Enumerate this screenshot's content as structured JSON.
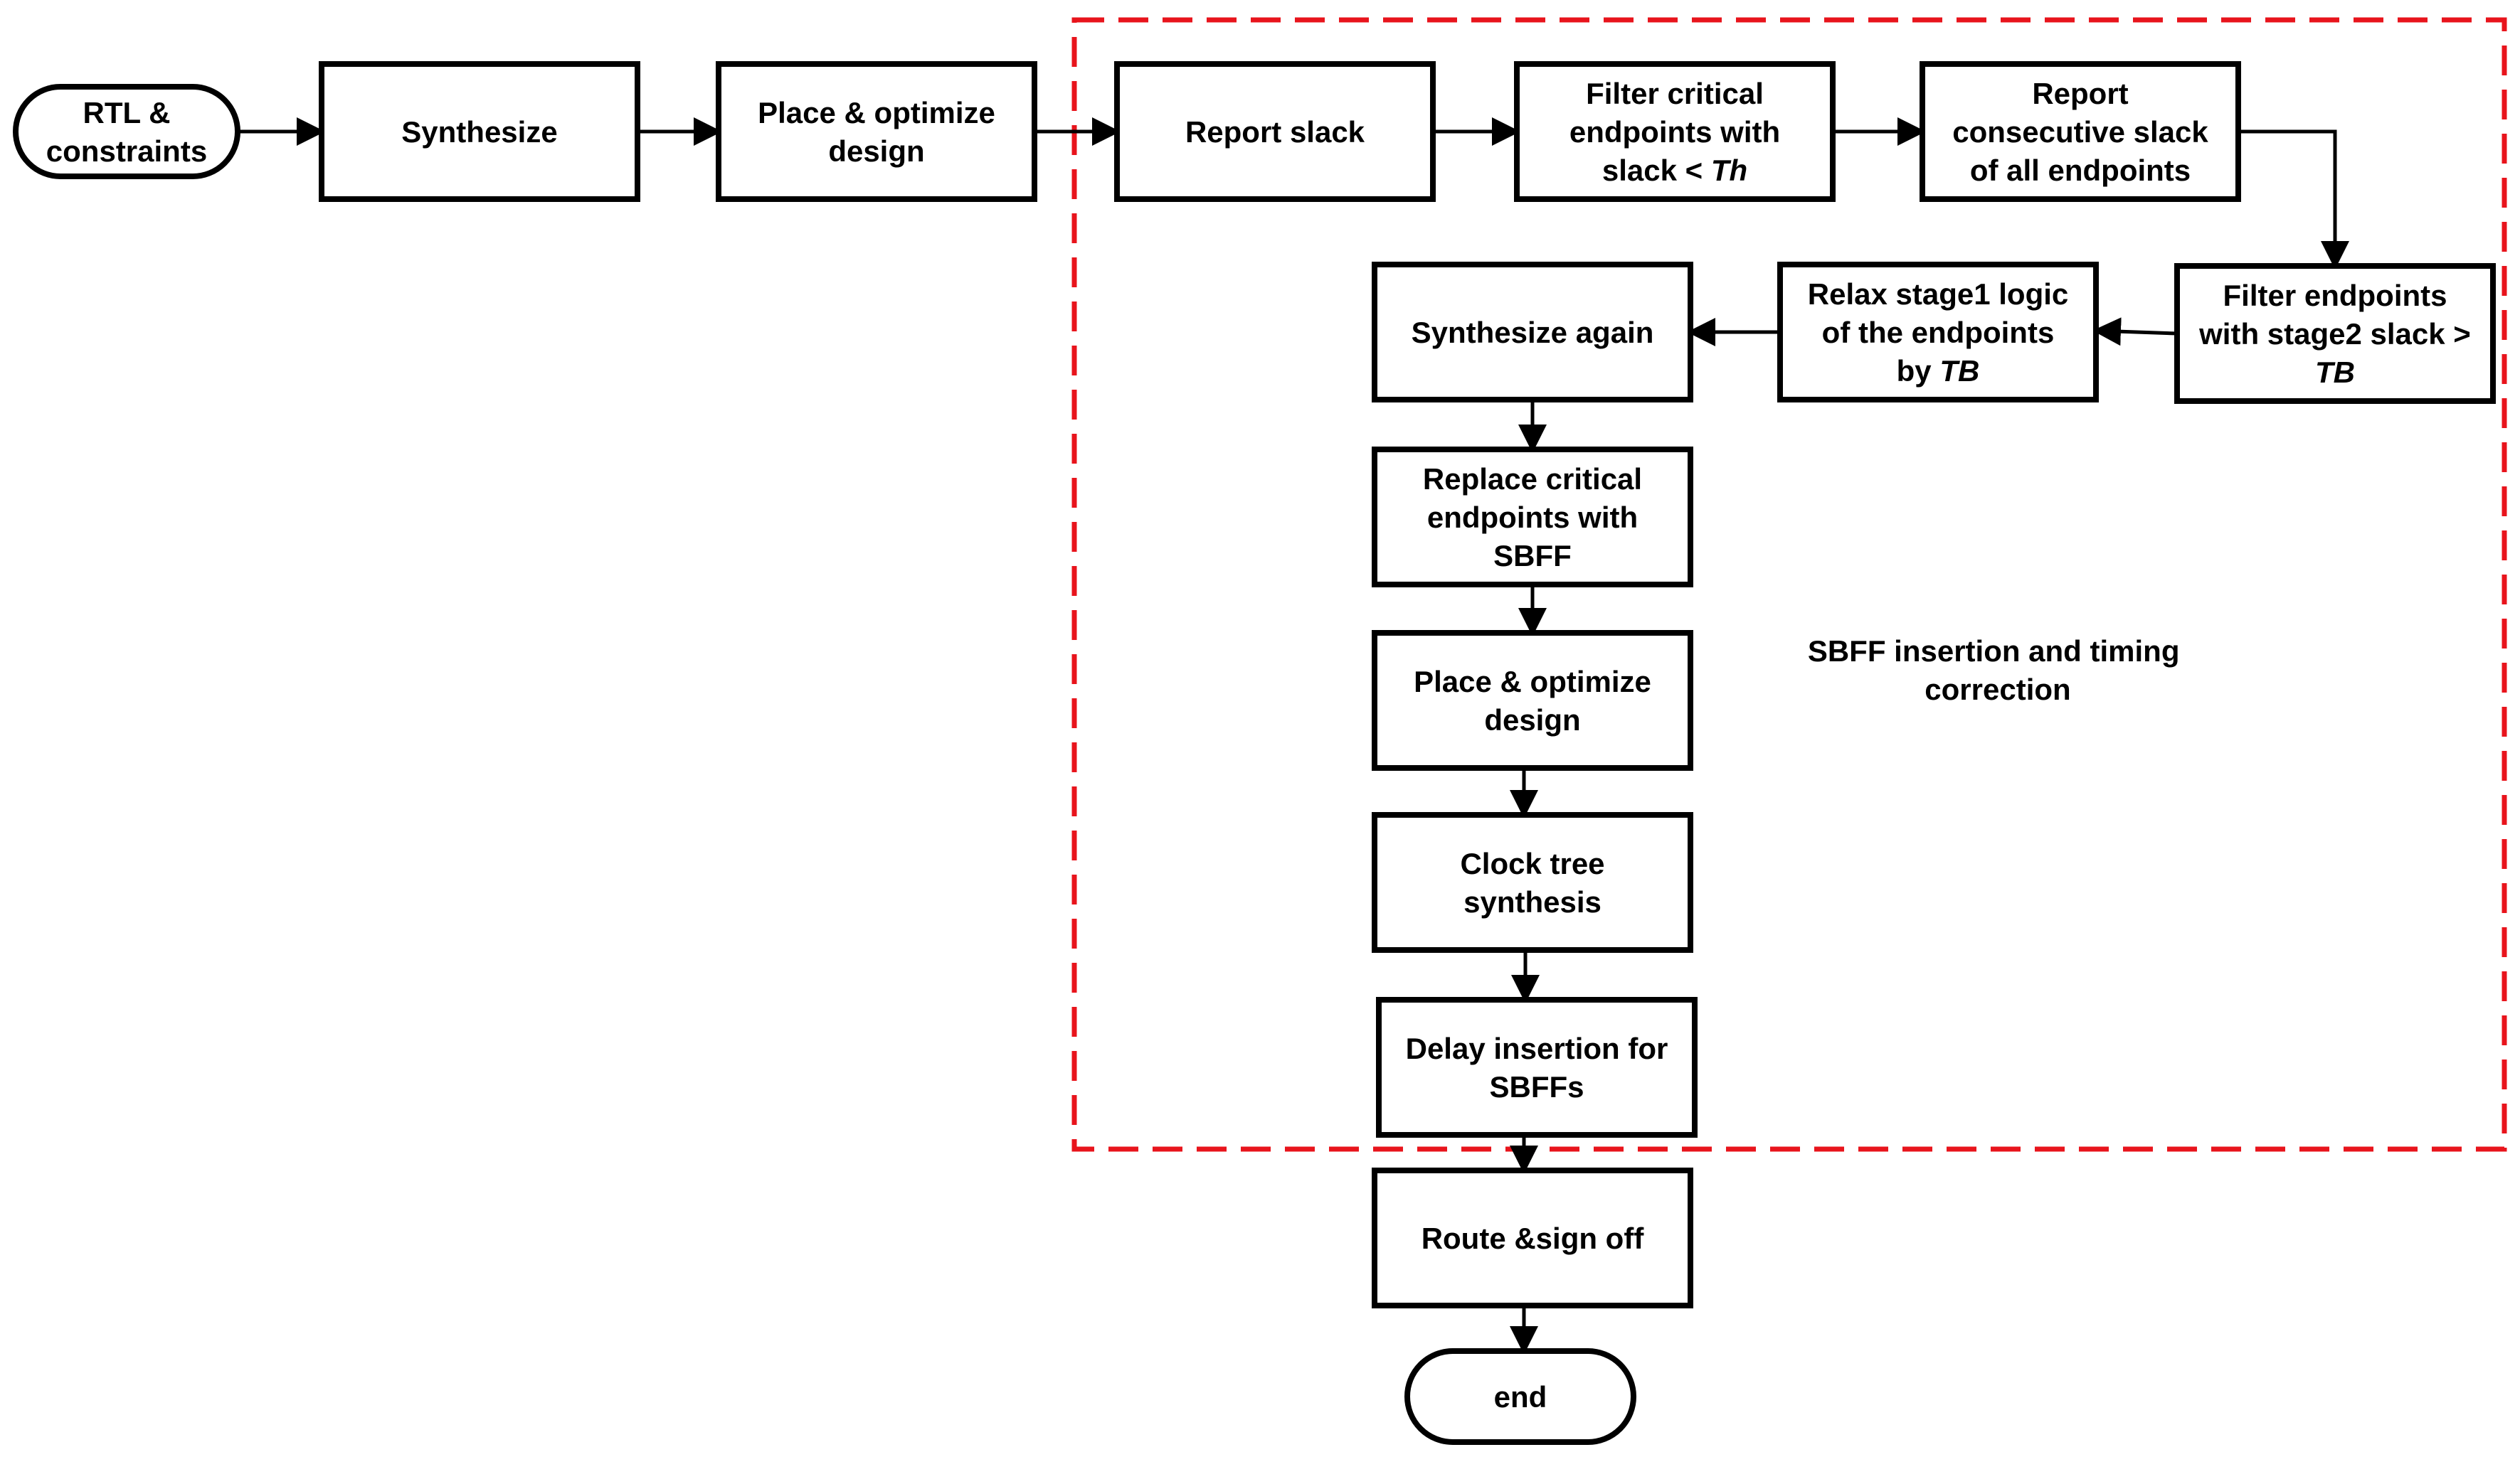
{
  "diagram": {
    "region_label": [
      "SBFF insertion and timing",
      "correction"
    ],
    "region_color": "#e8141c",
    "nodes": {
      "rtl": {
        "lines": [
          [
            "RTL &"
          ],
          [
            "constraints"
          ]
        ],
        "shape": "terminal"
      },
      "synth": {
        "lines": [
          [
            "Synthesize"
          ]
        ],
        "shape": "process"
      },
      "place1": {
        "lines": [
          [
            "Place & optimize"
          ],
          [
            "design"
          ]
        ],
        "shape": "process"
      },
      "report_slack": {
        "lines": [
          [
            "Report slack"
          ]
        ],
        "shape": "process"
      },
      "filter_crit": {
        "lines": [
          [
            "Filter critical"
          ],
          [
            "endpoints with"
          ],
          [
            "slack < ",
            {
              "i": "Th"
            }
          ]
        ],
        "shape": "process"
      },
      "report_consec": {
        "lines": [
          [
            "Report"
          ],
          [
            "consecutive slack"
          ],
          [
            "of all endpoints"
          ]
        ],
        "shape": "process"
      },
      "filter_stage2": {
        "lines": [
          [
            "Filter endpoints"
          ],
          [
            "with stage2 slack >"
          ],
          [
            {
              "i": "TB"
            }
          ]
        ],
        "shape": "process"
      },
      "relax": {
        "lines": [
          [
            "Relax stage1 logic"
          ],
          [
            "of the endpoints"
          ],
          [
            "by ",
            {
              "i": "TB"
            }
          ]
        ],
        "shape": "process"
      },
      "synth_again": {
        "lines": [
          [
            "Synthesize again"
          ]
        ],
        "shape": "process"
      },
      "replace": {
        "lines": [
          [
            "Replace critical"
          ],
          [
            "endpoints with"
          ],
          [
            "SBFF"
          ]
        ],
        "shape": "process"
      },
      "place2": {
        "lines": [
          [
            "Place & optimize"
          ],
          [
            "design"
          ]
        ],
        "shape": "process"
      },
      "cts": {
        "lines": [
          [
            "Clock tree"
          ],
          [
            "synthesis"
          ]
        ],
        "shape": "process"
      },
      "delay": {
        "lines": [
          [
            "Delay insertion for"
          ],
          [
            "SBFFs"
          ]
        ],
        "shape": "process"
      },
      "route": {
        "lines": [
          [
            "Route &sign off"
          ]
        ],
        "shape": "process"
      },
      "end": {
        "lines": [
          [
            "end"
          ]
        ],
        "shape": "terminal"
      }
    },
    "edges": [
      [
        "rtl",
        "synth"
      ],
      [
        "synth",
        "place1"
      ],
      [
        "place1",
        "report_slack"
      ],
      [
        "report_slack",
        "filter_crit"
      ],
      [
        "filter_crit",
        "report_consec"
      ],
      [
        "report_consec",
        "filter_stage2"
      ],
      [
        "filter_stage2",
        "relax"
      ],
      [
        "relax",
        "synth_again"
      ],
      [
        "synth_again",
        "replace"
      ],
      [
        "replace",
        "place2"
      ],
      [
        "place2",
        "cts"
      ],
      [
        "cts",
        "delay"
      ],
      [
        "delay",
        "route"
      ],
      [
        "route",
        "end"
      ]
    ]
  }
}
